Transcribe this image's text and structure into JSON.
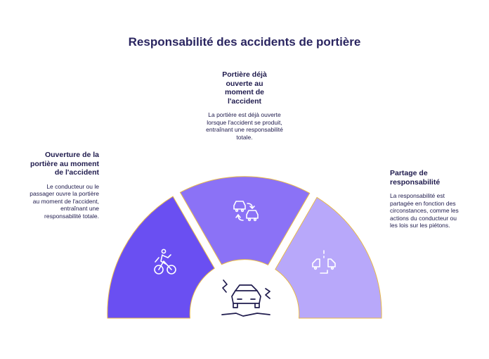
{
  "title": "Responsabilité des accidents de portière",
  "segments": [
    {
      "heading": "Ouverture de la portière au moment de l'accident",
      "description": "Le conducteur ou le passager ouvre la portière au moment de l'accident, entraînant une responsabilité totale.",
      "color": "#6a4ff2",
      "icon": "cyclist-icon"
    },
    {
      "heading": "Portière déjà ouverte au moment de l'accident",
      "description": "La portière est déjà ouverte lorsque l'accident se produit, entraînant une responsabilité totale.",
      "color": "#8b72f6",
      "icon": "car-exchange-icon"
    },
    {
      "heading": "Partage de responsabilité",
      "description": "La responsabilité est partagée en fonction des circonstances, comme les actions du conducteur ou les lois sur les piétons.",
      "color": "#b8a8fa",
      "icon": "two-cars-facing-icon"
    }
  ],
  "center_icon": "car-crash-icon",
  "colors": {
    "outline": "#e8b84a",
    "icon_stroke": "#ffffff",
    "center_icon_stroke": "#1f1b4d",
    "title": "#2a2560"
  }
}
